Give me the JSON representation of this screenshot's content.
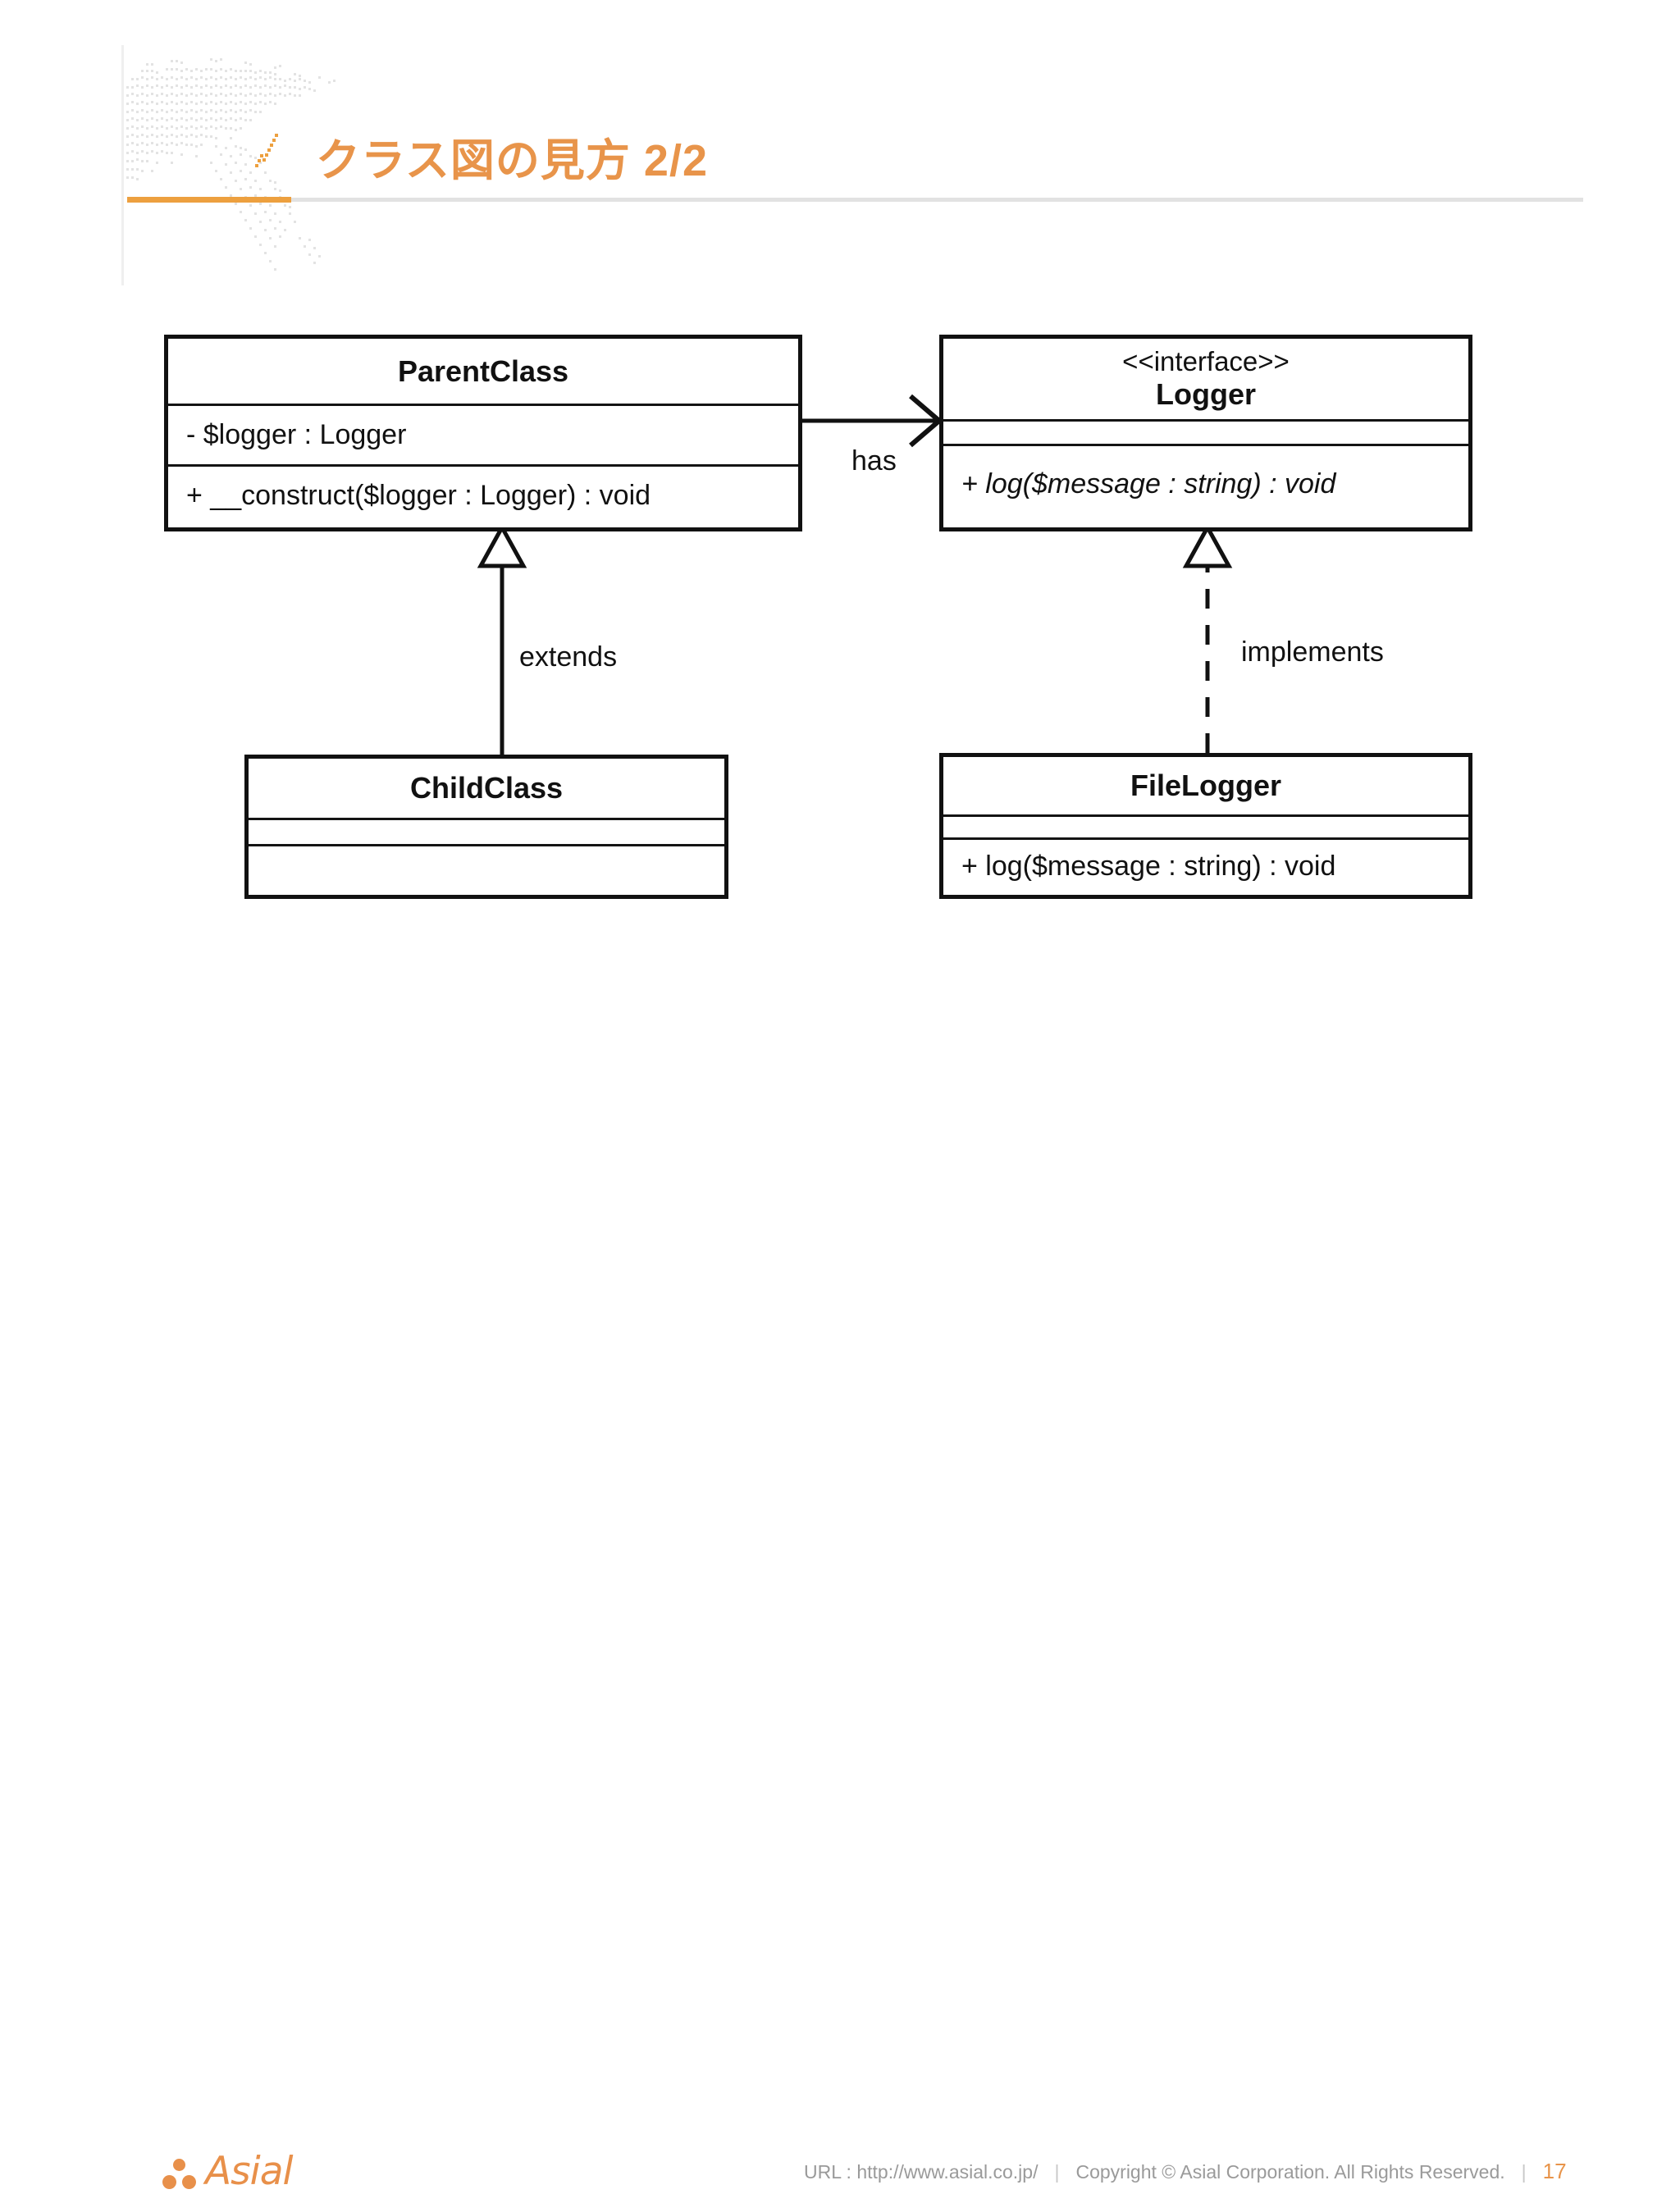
{
  "header": {
    "title": "クラス図の見方 2/2",
    "accent_color": "#e8944a",
    "divider_color": "#e2e2e2",
    "decoration": "dotted-world-map"
  },
  "diagram": {
    "type": "uml-class-diagram",
    "classes": [
      {
        "id": "parentclass",
        "name": "ParentClass",
        "stereotype": "",
        "attributes": [
          "- $logger : Logger"
        ],
        "operations": [
          "+ __construct($logger : Logger) : void"
        ],
        "abstract_operations": false
      },
      {
        "id": "logger",
        "name": "Logger",
        "stereotype": "<<interface>>",
        "attributes": [],
        "operations": [
          "+ log($message : string) : void"
        ],
        "abstract_operations": true
      },
      {
        "id": "childclass",
        "name": "ChildClass",
        "stereotype": "",
        "attributes": [],
        "operations": [],
        "abstract_operations": false
      },
      {
        "id": "filelogger",
        "name": "FileLogger",
        "stereotype": "",
        "attributes": [],
        "operations": [
          "+ log($message : string) : void"
        ],
        "abstract_operations": false
      }
    ],
    "relationships": [
      {
        "id": "has",
        "label": "has",
        "from": "parentclass",
        "to": "logger",
        "style": "solid",
        "arrow": "open-arrow"
      },
      {
        "id": "extends",
        "label": "extends",
        "from": "childclass",
        "to": "parentclass",
        "style": "solid",
        "arrow": "hollow-triangle"
      },
      {
        "id": "implements",
        "label": "implements",
        "from": "filelogger",
        "to": "logger",
        "style": "dashed",
        "arrow": "hollow-triangle"
      }
    ]
  },
  "footer": {
    "logo_text": "Asial",
    "url_text": "URL : http://www.asial.co.jp/",
    "separator": "|",
    "copyright": "Copyright ©  Asial Corporation. All Rights Reserved.",
    "page_number": "17"
  }
}
